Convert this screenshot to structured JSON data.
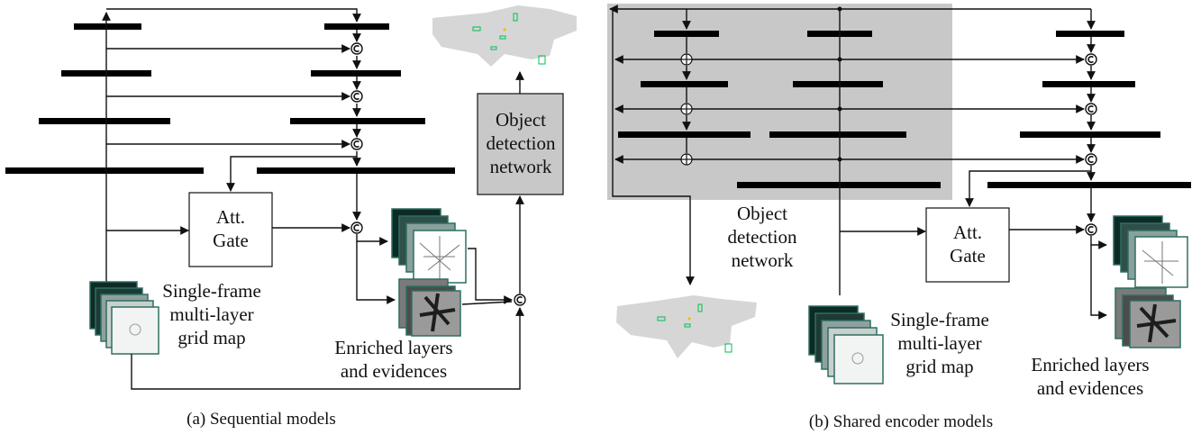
{
  "panel_a": {
    "att_gate": [
      "Att.",
      "Gate"
    ],
    "input_label": [
      "Single-frame",
      "multi-layer",
      "grid map"
    ],
    "output_label": [
      "Enriched layers",
      "and evidences"
    ],
    "detector_label": [
      "Object",
      "detection",
      "network"
    ],
    "caption": "(a) Sequential models"
  },
  "panel_b": {
    "att_gate": [
      "Att.",
      "Gate"
    ],
    "input_label": [
      "Single-frame",
      "multi-layer",
      "grid map"
    ],
    "output_label": [
      "Enriched layers",
      "and evidences"
    ],
    "detector_label": [
      "Object",
      "detection",
      "network"
    ],
    "caption": "(b) Shared encoder models"
  },
  "symbols": {
    "concat": "c",
    "add": "+"
  },
  "colors": {
    "shared_bg": "#c8c8c8",
    "detector_box": "#c8c8c8",
    "grid_frame": "#2e6e62",
    "bar": "#000000"
  }
}
